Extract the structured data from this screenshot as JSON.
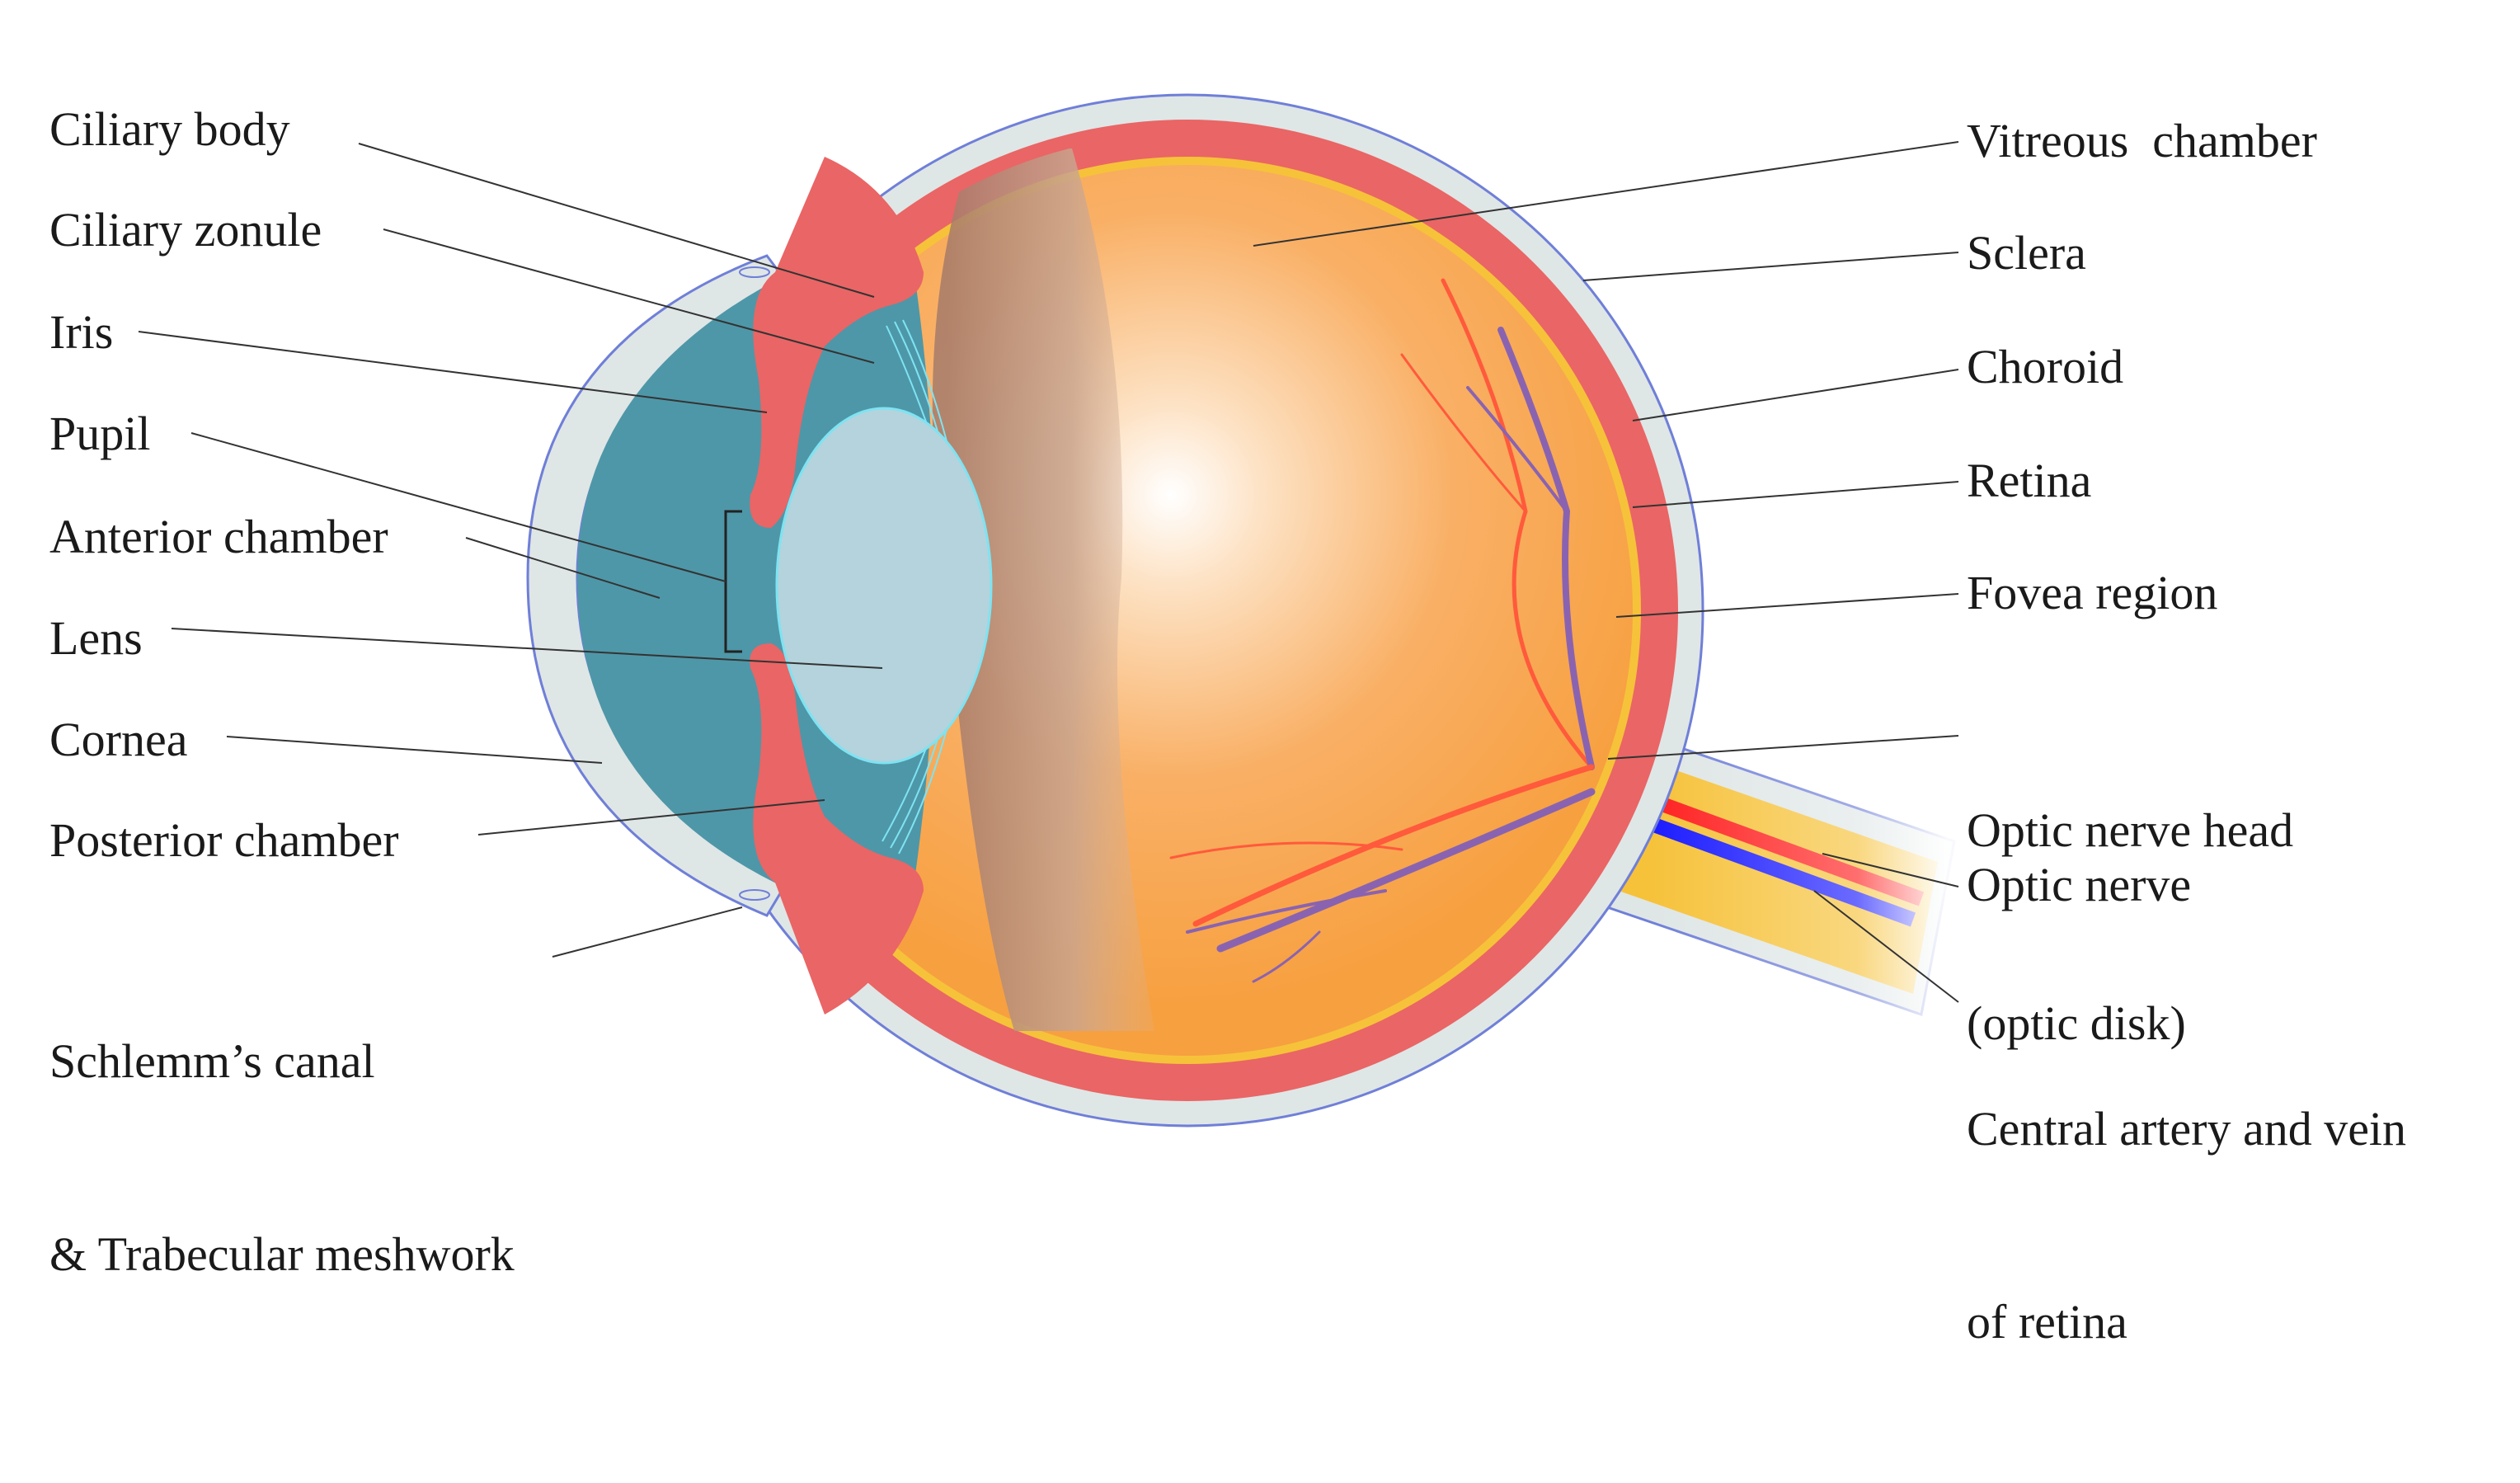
{
  "labels": {
    "left": {
      "ciliary_body": "Ciliary body",
      "ciliary_zonule": "Ciliary zonule",
      "iris": "Iris",
      "pupil": "Pupil",
      "anterior_chamber": "Anterior chamber",
      "lens": "Lens",
      "cornea": "Cornea",
      "posterior_chamber": "Posterior chamber",
      "schlemms_canal_line1": "Schlemm’s canal",
      "schlemms_canal_line2": "& Trabecular meshwork"
    },
    "right": {
      "vitreous_chamber": "Vitreous  chamber",
      "sclera": "Sclera",
      "choroid": "Choroid",
      "retina": "Retina",
      "fovea_region": "Fovea region",
      "optic_nerve_head_line1": "Optic nerve head",
      "optic_nerve_head_line2": "(optic disk)",
      "optic_nerve": "Optic nerve",
      "central_vessels_line1": "Central artery and vein",
      "central_vessels_line2": "of retina"
    }
  },
  "colors": {
    "sclera": "#dfe6e6",
    "sclera_outline": "#6f7fd8",
    "choroid": "#ea6565",
    "retina": "#f6c23a",
    "vitreous": "#f7a040",
    "vitreous_highlight": "#ffffff",
    "aqueous": "#4e97a8",
    "lens": "#b4d3dc",
    "zonule": "#7ee3f2",
    "artery": "#ff2020",
    "vein": "#1b1bff",
    "vessel_artery": "#ff5a3c",
    "vessel_vein": "#8a63b0",
    "leader_line": "#333333"
  }
}
